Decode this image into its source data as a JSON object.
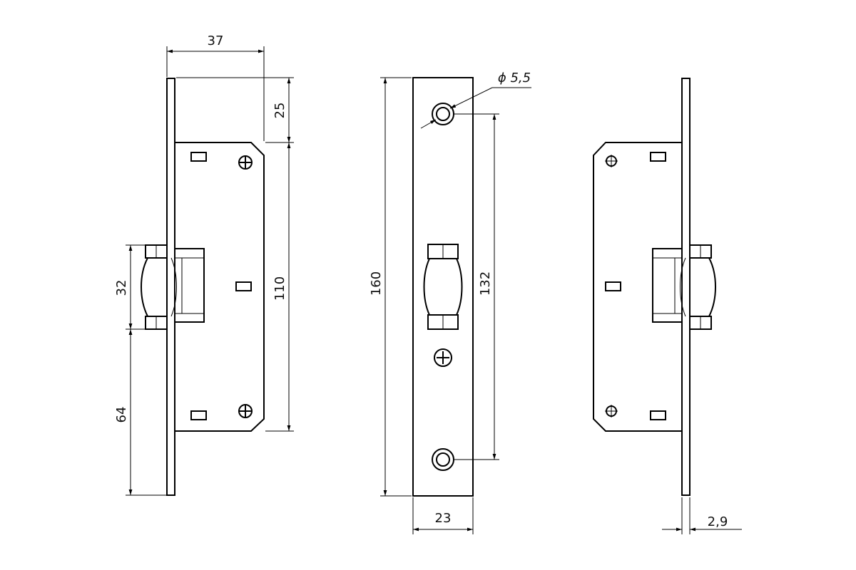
{
  "views": {
    "left": "side-view",
    "center": "front-view",
    "right": "side-view-mirrored"
  },
  "dimensions": {
    "d37": "37",
    "d25": "25",
    "d110": "110",
    "d32": "32",
    "d64": "64",
    "d160": "160",
    "d132": "132",
    "d23": "23",
    "d2_9": "2,9",
    "hole_diameter": "ϕ 5,5"
  },
  "colors": {
    "line": "#000000",
    "background": "#ffffff"
  }
}
